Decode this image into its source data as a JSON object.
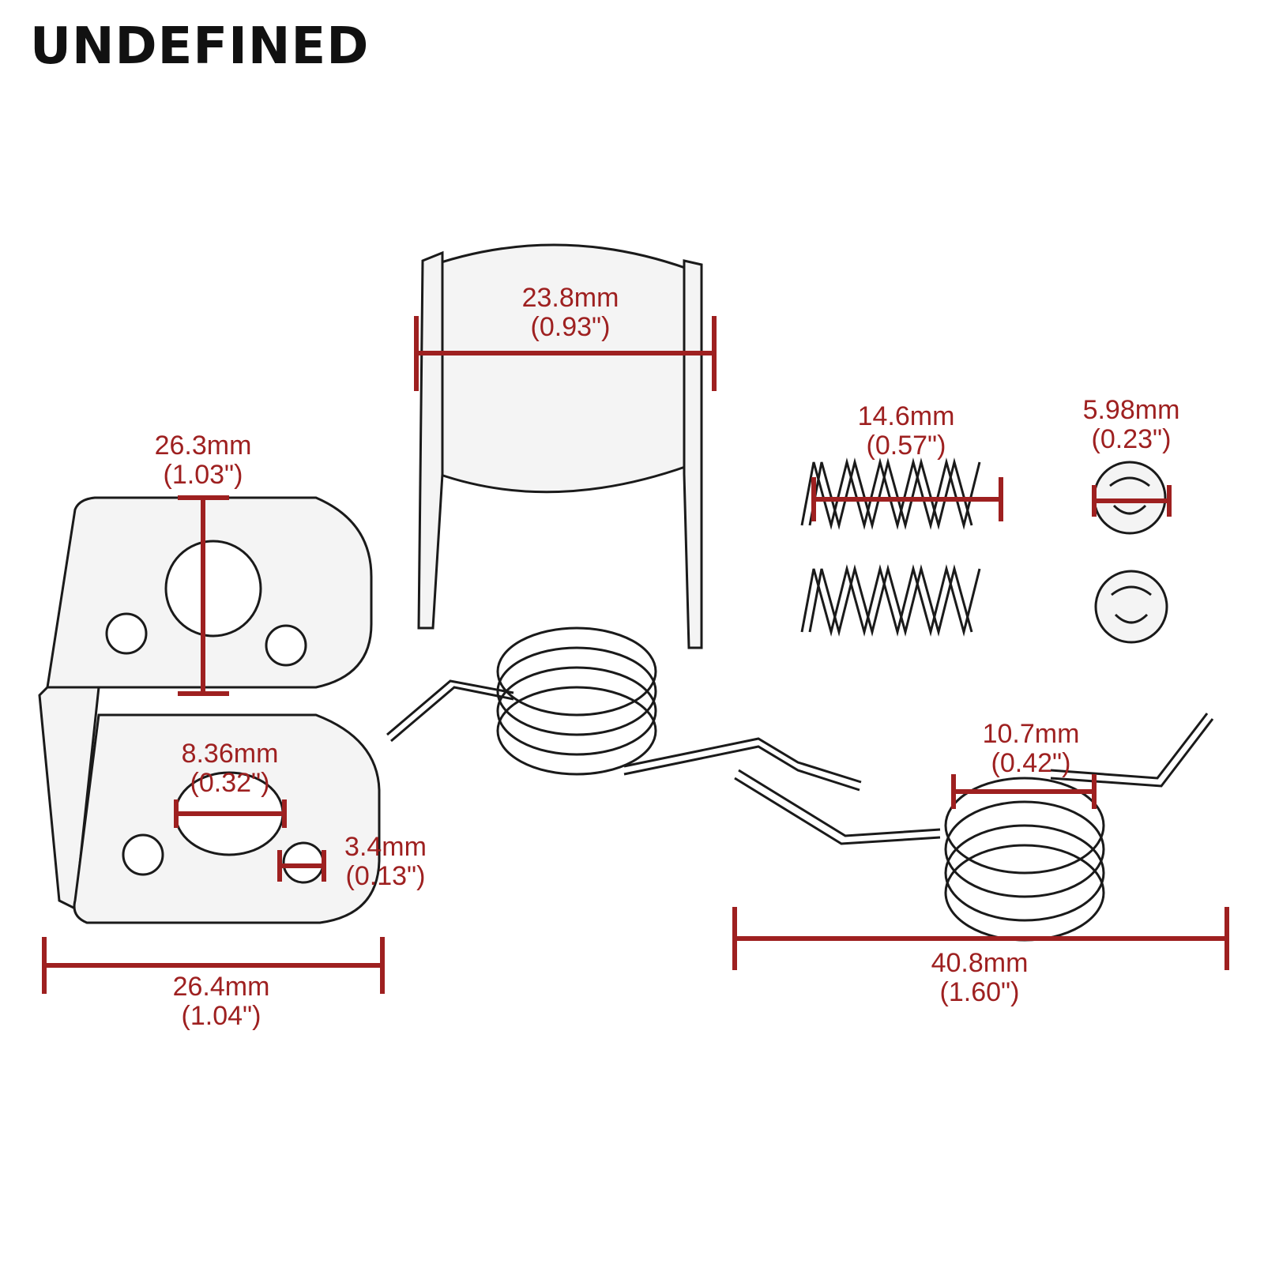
{
  "brand": "UNDEFINED",
  "colors": {
    "dimension": "#9e2020",
    "outline": "#1a1a1a"
  },
  "dimensions": {
    "bracket_top_width": {
      "mm": "26.3mm",
      "in": "(1.03\")"
    },
    "bracket_hole_large": {
      "mm": "8.36mm",
      "in": "(0.32\")"
    },
    "bracket_hole_small": {
      "mm": "3.4mm",
      "in": "(0.13\")"
    },
    "bracket_base_width": {
      "mm": "26.4mm",
      "in": "(1.04\")"
    },
    "clip_width": {
      "mm": "23.8mm",
      "in": "(0.93\")"
    },
    "spring_length": {
      "mm": "14.6mm",
      "in": "(0.57\")"
    },
    "ball_diameter": {
      "mm": "5.98mm",
      "in": "(0.23\")"
    },
    "torsion_coil_diameter": {
      "mm": "10.7mm",
      "in": "(0.42\")"
    },
    "torsion_total_length": {
      "mm": "40.8mm",
      "in": "(1.60\")"
    }
  }
}
